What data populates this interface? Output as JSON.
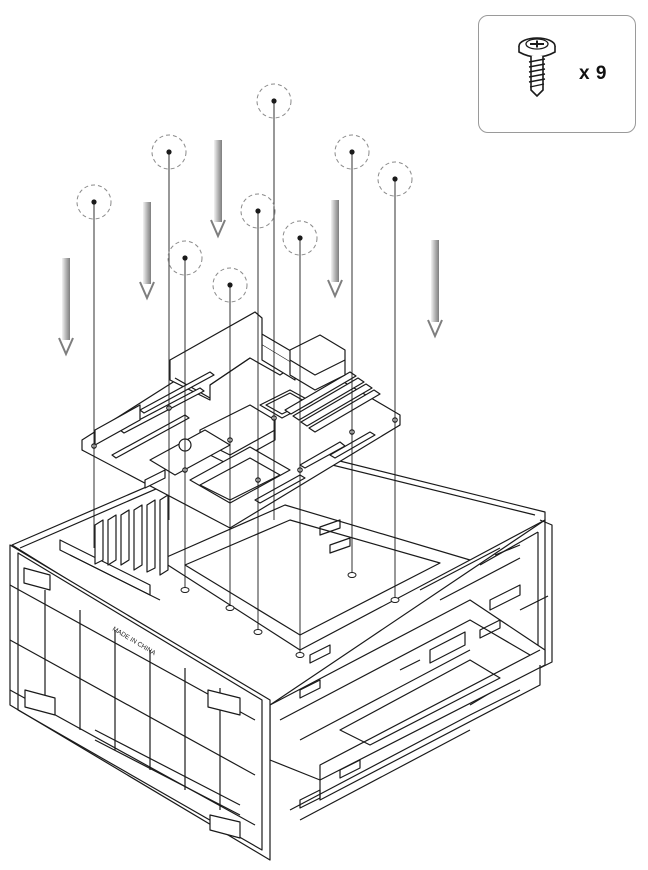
{
  "callout": {
    "quantity_label": "x 9",
    "icon": "screw-icon"
  },
  "chassis": {
    "stamp_text": "MADE IN CHINA"
  },
  "screws": {
    "count": 9,
    "icon": "screw-marker-icon"
  },
  "arrows": {
    "count": 5,
    "direction": "down",
    "icon": "down-arrow-icon"
  },
  "colors": {
    "line": "#1a1a1a",
    "arrow_gradient_light": "#f2f2f2",
    "arrow_gradient_dark": "#8a8a8a",
    "callout_border": "#9a9a9a"
  }
}
